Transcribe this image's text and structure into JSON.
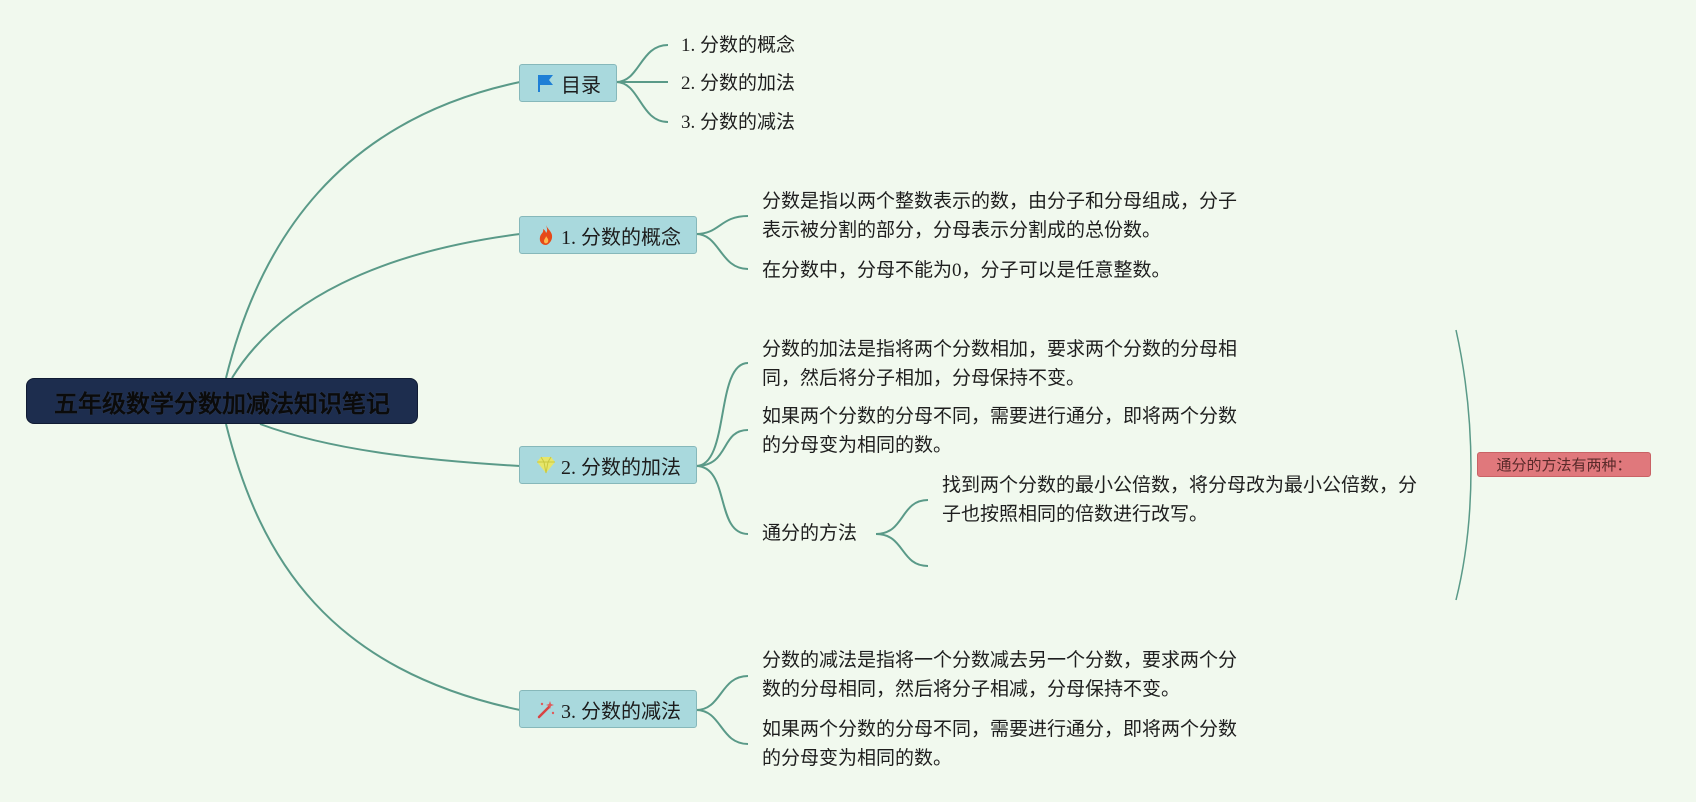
{
  "root": {
    "title": "五年级数学分数加减法知识笔记"
  },
  "topics": {
    "toc": {
      "label": "目录",
      "icon": "flag-icon",
      "items": [
        "1. 分数的概念",
        "2. 分数的加法",
        "3. 分数的减法"
      ]
    },
    "concept": {
      "label": "1. 分数的概念",
      "icon": "fire-icon",
      "leaves": [
        [
          "分数是指以两个整数表示的数，由分子和分母组成，分子",
          "表示被分割的部分，分母表示分割成的总份数。"
        ],
        [
          "在分数中，分母不能为0，分子可以是任意整数。"
        ]
      ]
    },
    "addition": {
      "label": "2. 分数的加法",
      "icon": "diamond-icon",
      "leaves": [
        [
          "分数的加法是指将两个分数相加，要求两个分数的分母相",
          "同，然后将分子相加，分母保持不变。"
        ],
        [
          "如果两个分数的分母不同，需要进行通分，即将两个分数",
          "的分母变为相同的数。"
        ]
      ],
      "method": {
        "label": "通分的方法",
        "children": [
          [
            "找到两个分数的最小公倍数，将分母改为最小公倍数，分",
            "子也按照相同的倍数进行改写。"
          ],
          [
            ""
          ]
        ]
      },
      "callout": "通分的方法有两种："
    },
    "subtraction": {
      "label": "3. 分数的减法",
      "icon": "magic-wand-icon",
      "leaves": [
        [
          "分数的减法是指将一个分数减去另一个分数，要求两个分",
          "数的分母相同，然后将分子相减，分母保持不变。"
        ],
        [
          "如果两个分数的分母不同，需要进行通分，即将两个分数",
          "的分母变为相同的数。"
        ]
      ]
    }
  },
  "colors": {
    "background": "#f1f9ee",
    "root": "#1d2d4e",
    "topic": "#a9d9dd",
    "branch": "#5a9a88",
    "callout": "#e0787c"
  }
}
